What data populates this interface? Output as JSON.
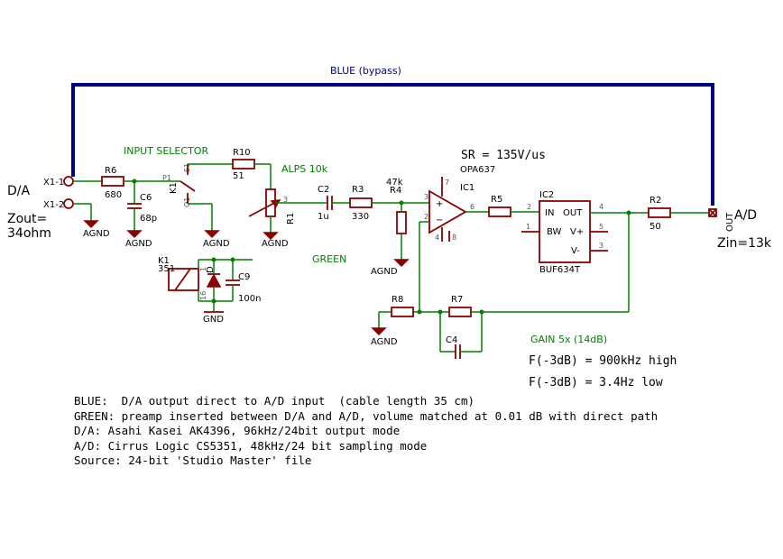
{
  "colors": {
    "wire": "#008000",
    "part": "#8b0000",
    "bypass": "#000080",
    "text": "#000000",
    "pin": "#555555"
  },
  "labels": {
    "bypass": "BLUE (bypass)",
    "input_selector": "INPUT SELECTOR",
    "alps": "ALPS 10k",
    "green": "GREEN",
    "gain": "GAIN 5x (14dB)",
    "da": "D/A",
    "ad": "A/D",
    "zout1": "Zout=",
    "zout2": "34ohm",
    "zin": "Zin=13k",
    "sr": "SR = 135V/us",
    "f_high": "F(-3dB) = 900kHz  high",
    "f_low": "F(-3dB) = 3.4Hz  low",
    "out": "OUT"
  },
  "parts": {
    "x1_1": "X1-1",
    "x1_2": "X1-2",
    "r6": "R6",
    "r6_val": "680",
    "c6": "C6",
    "c6_val": "68p",
    "p1": "P1",
    "k1": "K1",
    "s1": "S1",
    "o1": "O1",
    "r10": "R10",
    "r10_val": "51",
    "r1": "R1",
    "c2": "C2",
    "c2_val": "1u",
    "r3": "R3",
    "r3_val": "330",
    "r4": "R4",
    "r4_val": "47k",
    "ic1": "IC1",
    "ic1_type": "OPA637",
    "r5": "R5",
    "ic2": "IC2",
    "ic2_type": "BUF634T",
    "ic2_in": "IN",
    "ic2_out": "OUT",
    "ic2_bw": "BW",
    "ic2_vp": "V+",
    "ic2_vm": "V-",
    "r2": "R2",
    "r2_val": "50",
    "k1b": "K1",
    "k1b_val": "351",
    "d1": "D",
    "c9": "C9",
    "c9_val": "100n",
    "r8": "R8",
    "r7": "R7",
    "c4": "C4",
    "agnd": "AGND",
    "gnd": "GND"
  },
  "pins": {
    "one": "1",
    "two": "2",
    "three": "3",
    "four": "4",
    "five": "5",
    "six": "6",
    "seven": "7",
    "eight": "8",
    "sixteen": "16"
  },
  "notes": [
    "BLUE:  D/A output direct to A/D input  (cable length 35 cm)",
    "GREEN: preamp inserted between D/A and A/D, volume matched at 0.01 dB with direct path",
    "",
    "D/A: Asahi Kasei AK4396, 96kHz/24bit output mode",
    "A/D: Cirrus Logic CS5351, 48kHz/24 bit sampling mode",
    "",
    "Source: 24-bit 'Studio Master' file"
  ]
}
